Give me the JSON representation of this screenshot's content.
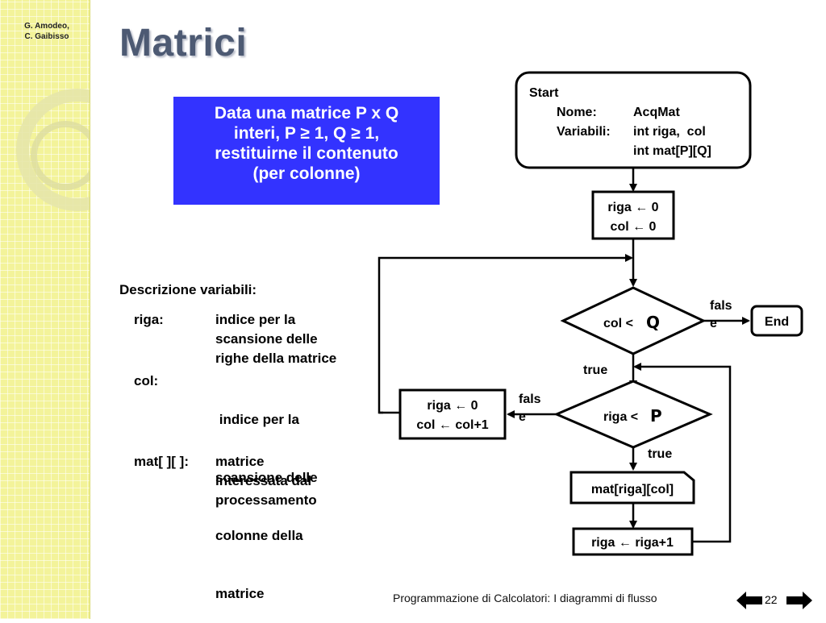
{
  "slide": {
    "authors": [
      "G. Amodeo,",
      "C. Gaibisso"
    ],
    "title": "Matrici",
    "problem_lines": [
      "Data una matrice P x Q",
      "interi, P ≥ 1, Q ≥ 1,",
      "restituirne il contenuto",
      "(per colonne)"
    ],
    "description_title": "Descrizione variabili:",
    "variables": [
      {
        "name": "riga:",
        "desc": [
          "indice per la",
          "scansione delle",
          "righe della matrice"
        ]
      },
      {
        "name": "col:",
        "desc": [
          " indice per la",
          "scansione delle",
          "colonne della",
          "matrice"
        ]
      },
      {
        "name": "mat[ ][ ]:",
        "desc": [
          "matrice",
          "interessata dal",
          "processamento"
        ]
      }
    ],
    "footer": "Programmazione di Calcolatori: I diagrammi di flusso",
    "page_number": "22"
  },
  "flowchart": {
    "start": {
      "label": "Start",
      "nome_label": "Nome:",
      "nome_value": "AcqMat",
      "variabili_label": "Variabili:",
      "variabili_line1": "int riga,  col",
      "variabili_line2": "int mat[P][Q]"
    },
    "init": {
      "line1": "riga ← 0",
      "line2": "col ← 0"
    },
    "cond_col": {
      "prefix": "col <",
      "var": "Q"
    },
    "cond_riga": {
      "prefix": "riga <",
      "var": "P"
    },
    "end": "End",
    "io": "mat[riga][col]",
    "incr_riga": "riga ← riga+1",
    "reset": {
      "line1": "riga ← 0",
      "line2": "col ← col+1"
    },
    "labels": {
      "false_col_1": "fals",
      "false_col_2": "e",
      "false_riga_1": "fals",
      "false_riga_2": "e",
      "true_col": "true",
      "true_riga": "true"
    }
  },
  "colors": {
    "title": "#4d5a73",
    "problem_box": "#3333ff",
    "sidebar": "#f3f39a"
  }
}
